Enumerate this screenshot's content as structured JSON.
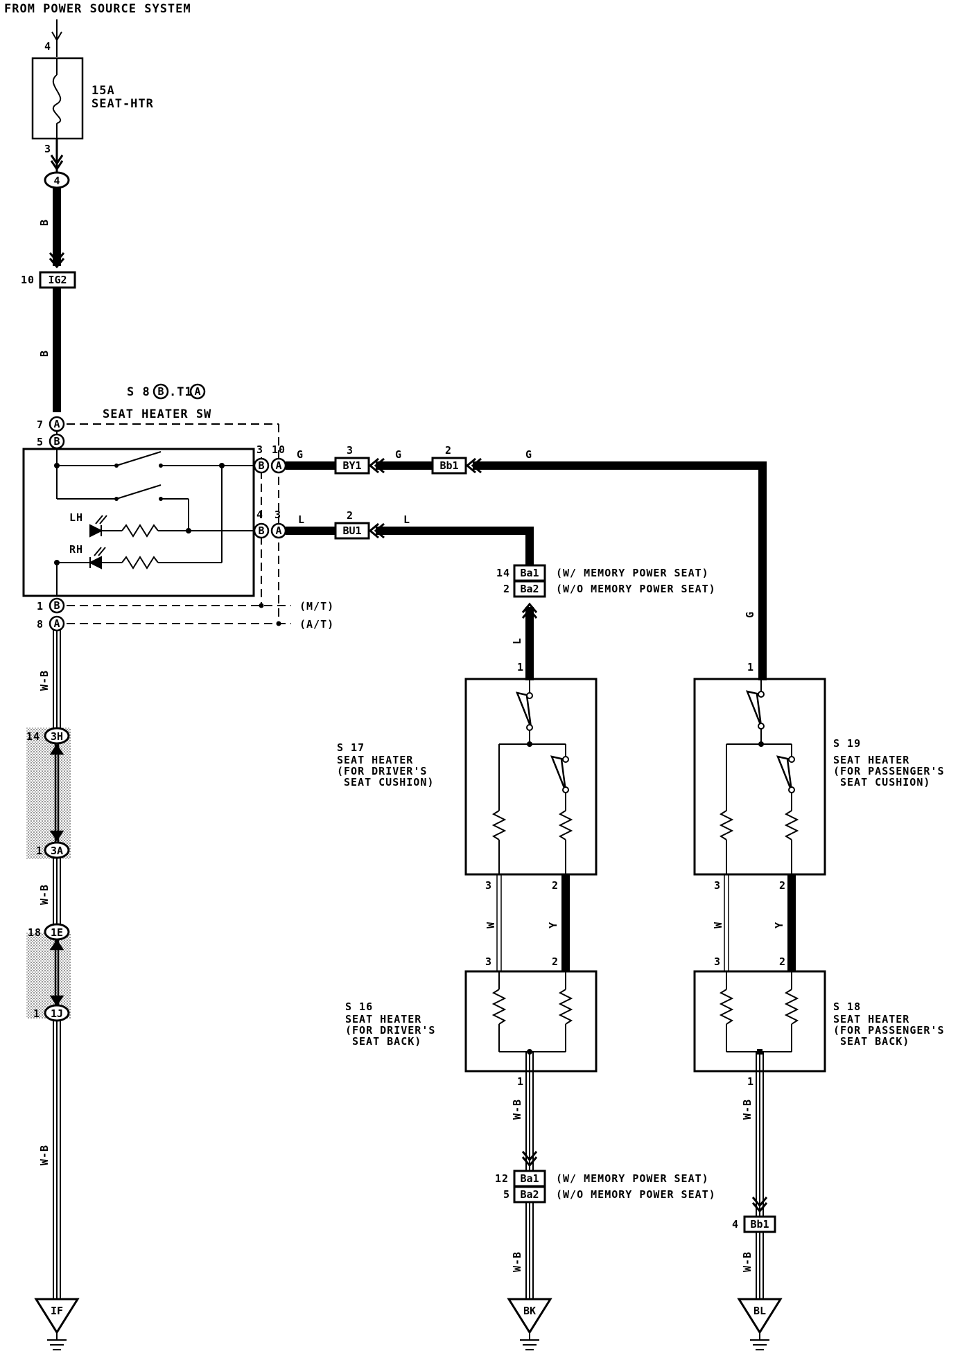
{
  "header": {
    "title": "FROM POWER SOURCE SYSTEM"
  },
  "fuse": {
    "pin_in": "4",
    "pin_out": "3",
    "rating": "15A",
    "name": "SEAT-HTR"
  },
  "connectors": {
    "c4": "4",
    "ig2": {
      "pin": "10",
      "label": "IG2"
    },
    "by1": {
      "pin": "3",
      "label": "BY1"
    },
    "bb1_top": {
      "pin": "2",
      "label": "Bb1"
    },
    "bu1": {
      "pin": "2",
      "label": "BU1"
    },
    "ba1_top": {
      "pin": "14",
      "label": "Ba1",
      "note": "(W/ MEMORY POWER SEAT)"
    },
    "ba2_top": {
      "pin": "2",
      "label": "Ba2",
      "note": "(W/O MEMORY POWER SEAT)"
    },
    "c3h": {
      "pin": "14",
      "label": "3H"
    },
    "c3a": {
      "pin": "1",
      "label": "3A"
    },
    "c1e": {
      "pin": "18",
      "label": "1E"
    },
    "c1j": {
      "pin": "1",
      "label": "1J"
    },
    "ba1_bot": {
      "pin": "12",
      "label": "Ba1",
      "note": "(W/ MEMORY POWER SEAT)"
    },
    "ba2_bot": {
      "pin": "5",
      "label": "Ba2",
      "note": "(W/O MEMORY POWER SEAT)"
    },
    "bb1_bot": {
      "pin": "4",
      "label": "Bb1"
    }
  },
  "switch": {
    "ref_prefix": "S 8",
    "ref_b": "B",
    "ref_mid": ".T11",
    "ref_a": "A",
    "name": "SEAT HEATER SW",
    "pins": {
      "a7": "7",
      "b5": "5",
      "b3": "3",
      "a10": "10",
      "b4": "4",
      "a3": "3",
      "b1": "1",
      "a8": "8",
      "letter_a": "A",
      "letter_b": "B"
    },
    "lh": "LH",
    "rh": "RH",
    "mt": "(M/T)",
    "at": "(A/T)"
  },
  "wires": {
    "b1": "B",
    "b2": "B",
    "g1": "G",
    "g2": "G",
    "g3": "G",
    "g_vert": "G",
    "l1": "L",
    "l2": "L",
    "l_vert": "L",
    "wb1": "W-B",
    "wb2": "W-B",
    "wb3": "W-B",
    "wb_s16": "W-B",
    "wb_bk": "W-B",
    "wb_s18": "W-B",
    "wb_bl": "W-B",
    "w_left": "W",
    "y_left": "Y",
    "w_right": "W",
    "y_right": "Y"
  },
  "heaters": {
    "s17": {
      "ref": "S 17",
      "line1": "SEAT HEATER",
      "line2": "(FOR DRIVER'S",
      "line3": "SEAT CUSHION)",
      "pin1": "1",
      "pin3": "3",
      "pin2": "2"
    },
    "s19": {
      "ref": "S 19",
      "line1": "SEAT HEATER",
      "line2": "(FOR PASSENGER'S",
      "line3": "SEAT CUSHION)",
      "pin1": "1",
      "pin3": "3",
      "pin2": "2"
    },
    "s16": {
      "ref": "S 16",
      "line1": "SEAT HEATER",
      "line2": "(FOR DRIVER'S",
      "line3": "SEAT BACK)",
      "pin1": "1",
      "pin3": "3",
      "pin2": "2"
    },
    "s18": {
      "ref": "S 18",
      "line1": "SEAT HEATER",
      "line2": "(FOR PASSENGER'S",
      "line3": "SEAT BACK)",
      "pin1": "1",
      "pin3": "3",
      "pin2": "2"
    }
  },
  "grounds": {
    "left": "IF",
    "mid": "BK",
    "right": "BL"
  }
}
